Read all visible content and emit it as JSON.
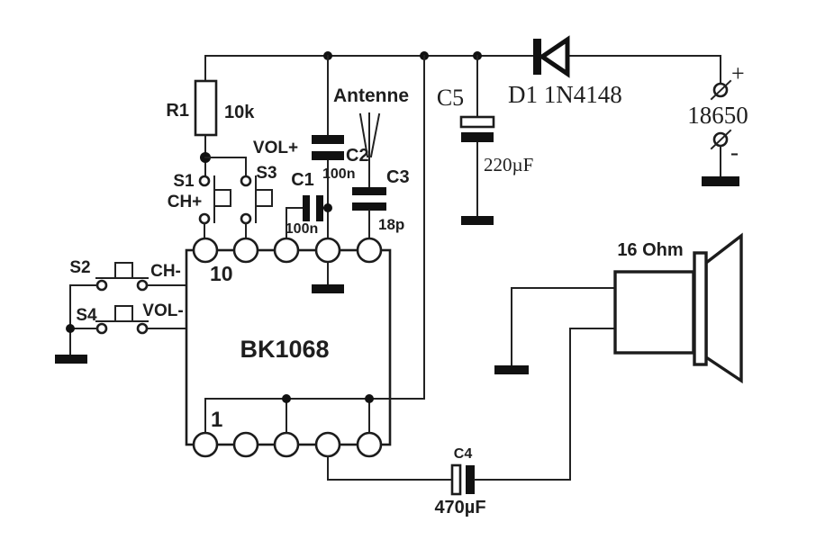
{
  "schematic": {
    "description": "Push-button FM radio receiver schematic based on BK1068 IC",
    "colors": {
      "background": "#ffffff",
      "ink": "#1c1c1c"
    },
    "components": {
      "r1": {
        "ref": "R1",
        "value": "10k"
      },
      "s1": {
        "ref": "S1",
        "function": "CH+"
      },
      "s2": {
        "ref": "S2",
        "function": "CH-"
      },
      "s3": {
        "ref": "S3",
        "function": "VOL+"
      },
      "s4": {
        "ref": "S4",
        "function": "VOL-"
      },
      "c1": {
        "ref": "C1",
        "value": "100n"
      },
      "c2": {
        "ref": "C2",
        "value": "100n"
      },
      "c3": {
        "ref": "C3",
        "value": "18p"
      },
      "c4": {
        "ref": "C4",
        "value": "470µF"
      },
      "c5": {
        "ref": "C5",
        "value": "220µF"
      },
      "d1": {
        "label": "D1 1N4148"
      },
      "antenna": {
        "label": "Antenne"
      },
      "battery": {
        "label": "18650",
        "positive": "+",
        "negative": "-"
      },
      "ic": {
        "label": "BK1068",
        "pin_top_left": "10",
        "pin_bottom_left": "1"
      },
      "speaker": {
        "impedance": "16 Ohm"
      }
    }
  }
}
